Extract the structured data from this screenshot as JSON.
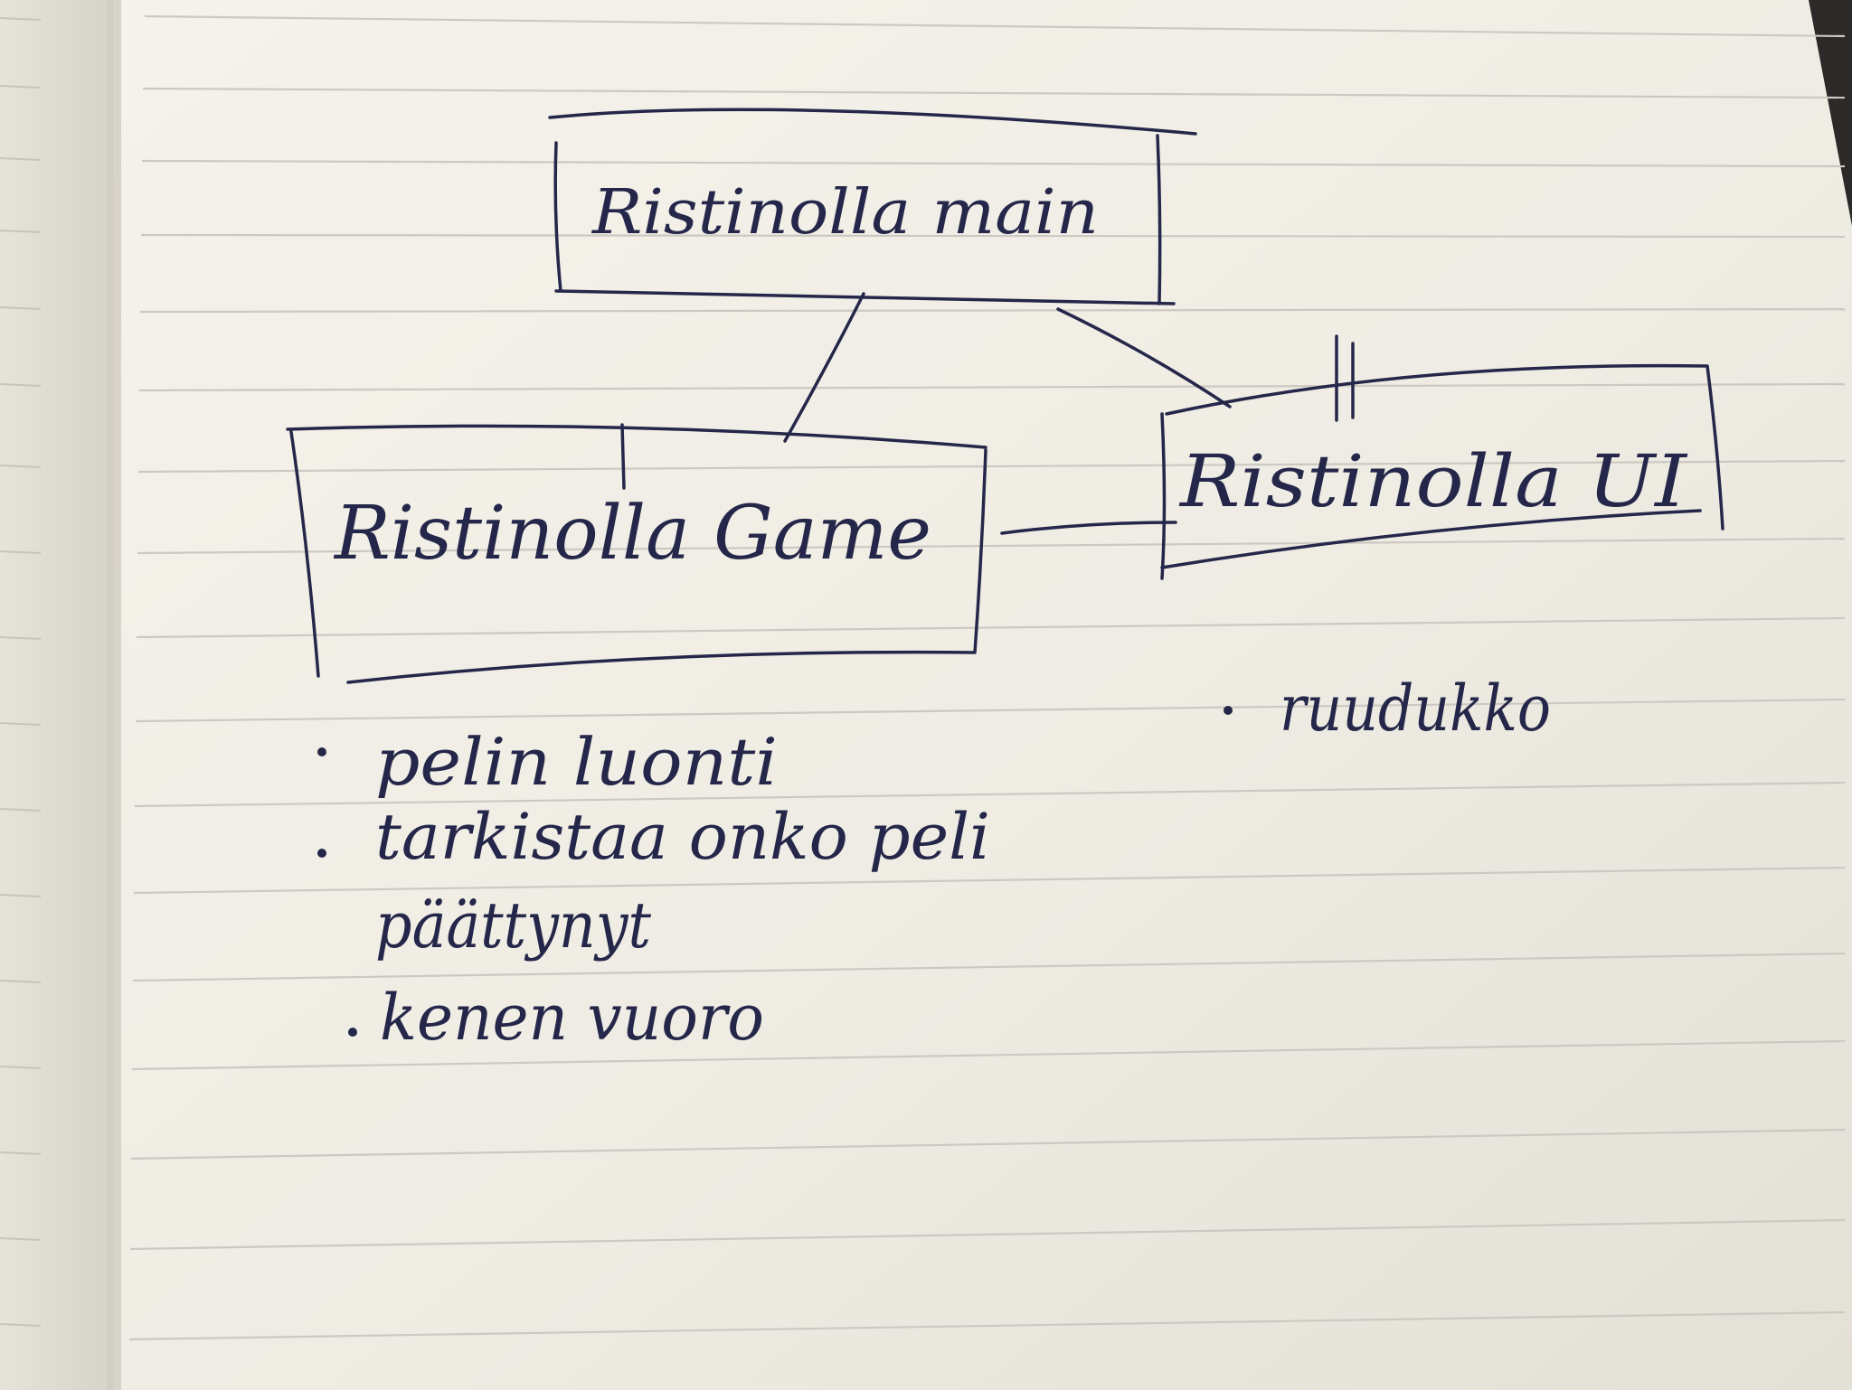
{
  "diagram": {
    "nodes": {
      "main": {
        "label": "Ristinolla main"
      },
      "game": {
        "label": "Ristinolla Game"
      },
      "ui": {
        "label": "Ristinolla UI"
      }
    },
    "edges": [
      {
        "from": "main",
        "to": "game"
      },
      {
        "from": "main",
        "to": "ui"
      },
      {
        "from": "game",
        "to": "ui"
      }
    ],
    "notes": {
      "game": [
        "pelin luonti",
        "tarkistaa onko peli",
        "päättynyt",
        "kenen vuoro"
      ],
      "ui": [
        "ruudukko"
      ]
    }
  },
  "colors": {
    "ink": "#25274a",
    "paper": "#f1efe7",
    "rule": "#c9c7c1",
    "background": "#2b2a28"
  }
}
